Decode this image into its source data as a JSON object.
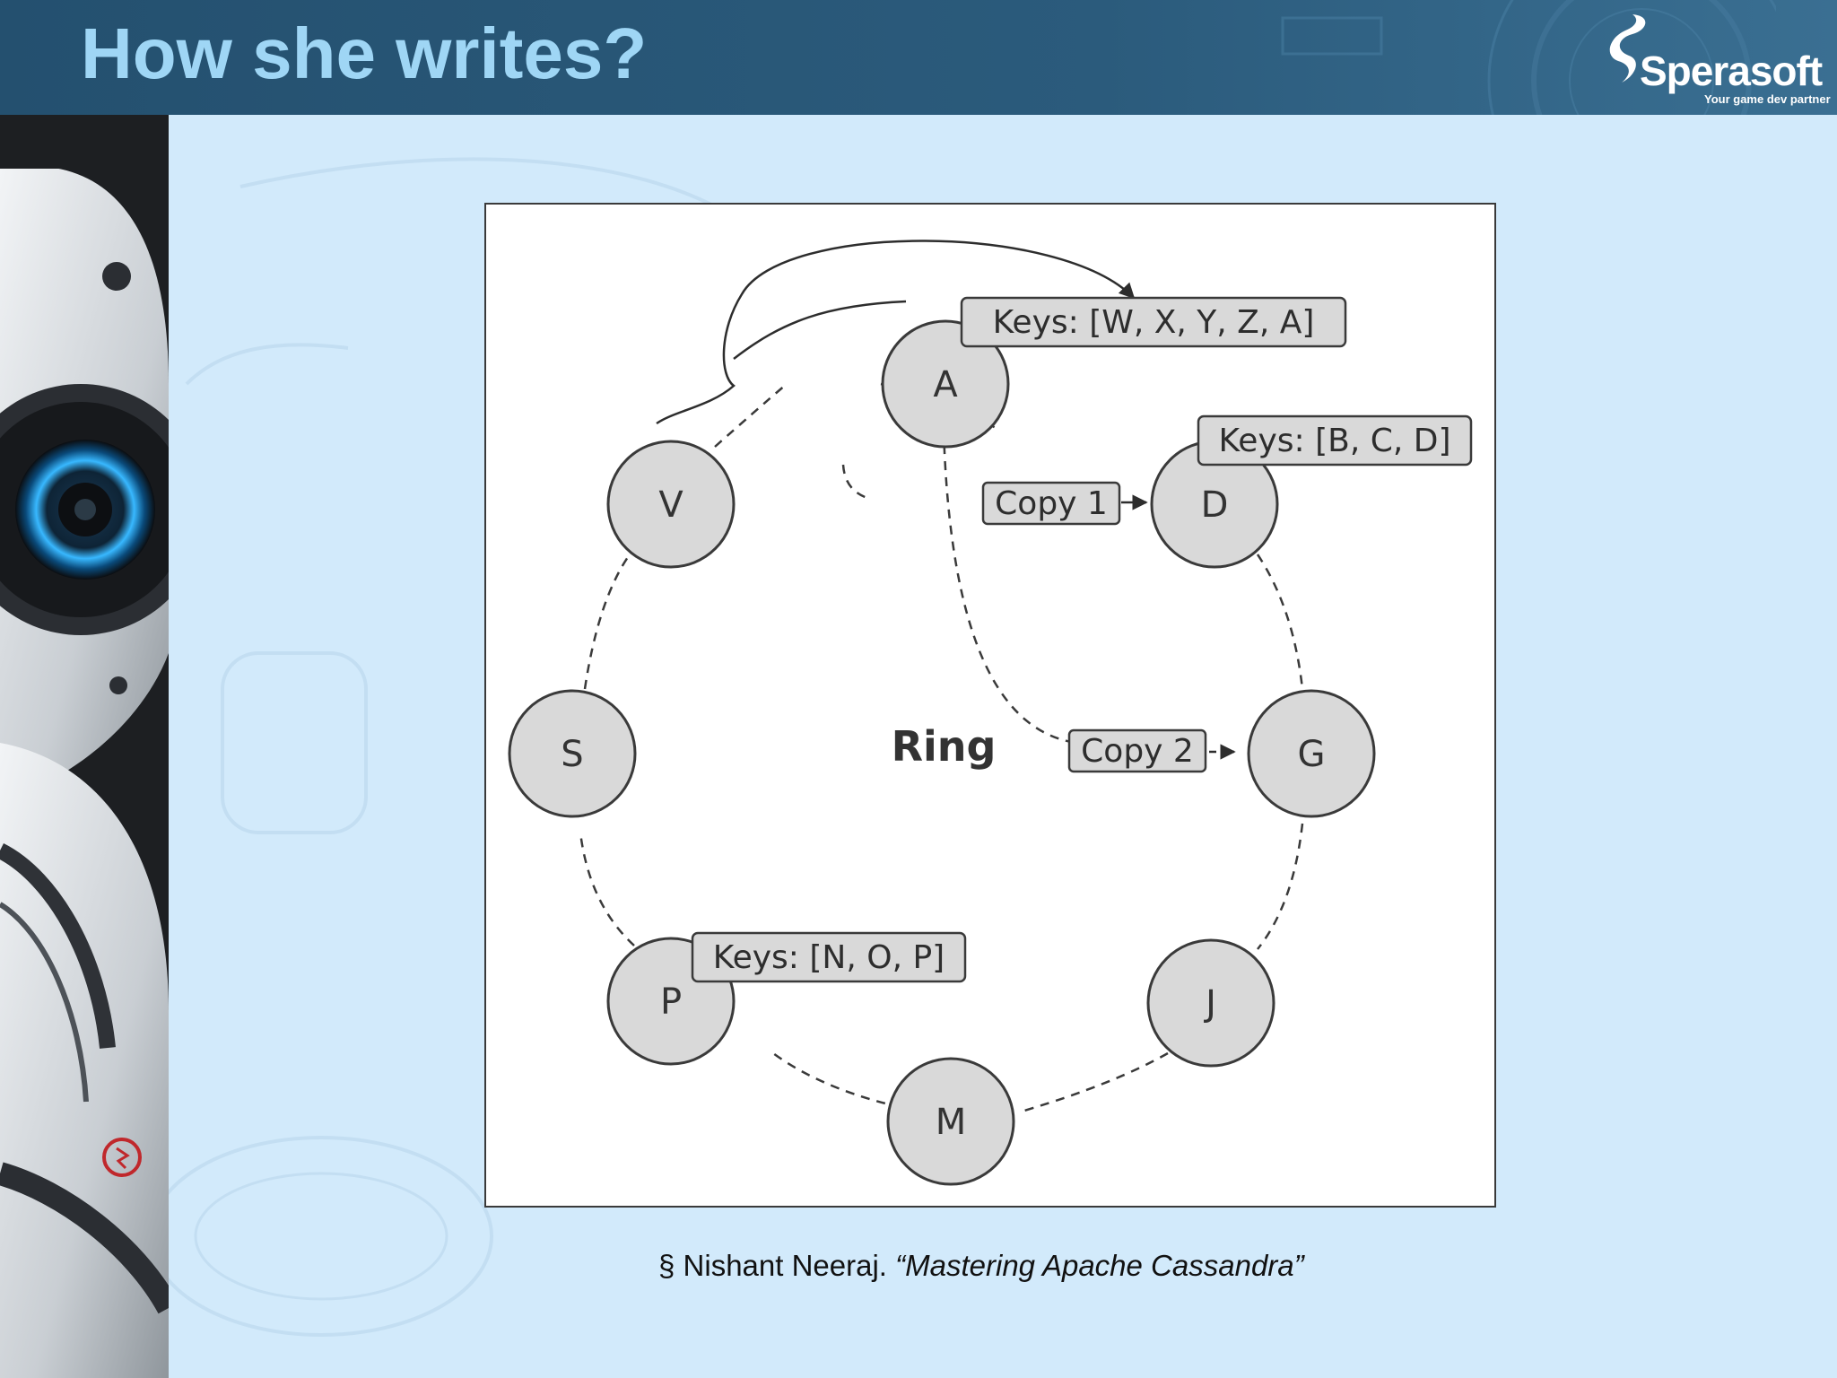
{
  "slide": {
    "title": "How she writes?",
    "logo": {
      "name": "Sperasoft",
      "tagline": "Your game dev partner"
    },
    "caption": {
      "bullet": "§",
      "author": "Nishant Neeraj. ",
      "source": "“Mastering Apache Cassandra”"
    }
  },
  "diagram": {
    "center_label": "Ring",
    "nodes": [
      "A",
      "D",
      "G",
      "J",
      "M",
      "P",
      "S",
      "V"
    ],
    "key_boxes": {
      "a": "Keys: [W, X, Y, Z, A]",
      "d": "Keys: [B, C, D]",
      "p": "Keys: [N, O, P]"
    },
    "copy_labels": {
      "copy1": "Copy 1",
      "copy2": "Copy 2"
    }
  },
  "colors": {
    "header": "#24506f",
    "title": "#9fd6f5",
    "background": "#d2eafb",
    "node_fill": "#d9d9d9",
    "node_stroke": "#3a3a3a"
  }
}
